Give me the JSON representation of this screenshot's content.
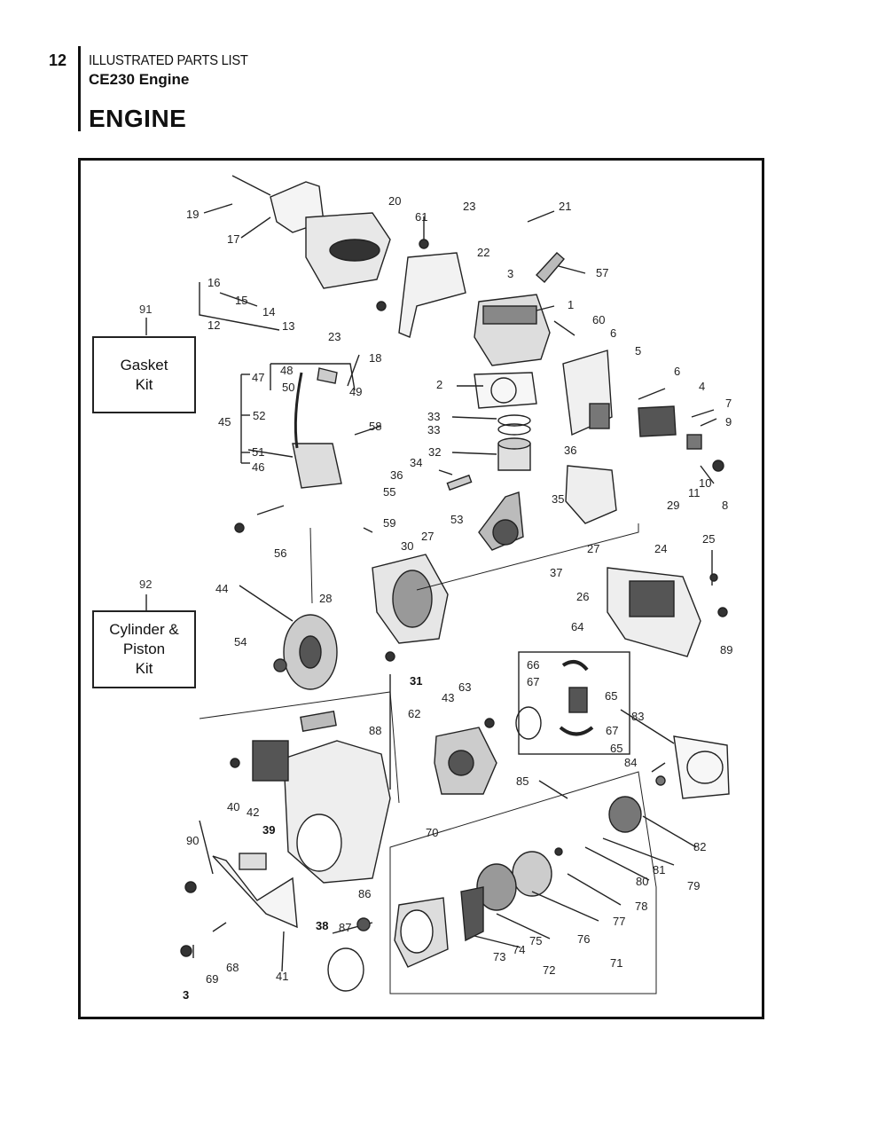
{
  "header": {
    "page_number": "12",
    "section_line": "ILLUSTRATED PARTS LIST",
    "model_line": "CE230 Engine",
    "title": "ENGINE"
  },
  "kits": {
    "gasket": {
      "number": "91",
      "line1": "Gasket",
      "line2": "Kit"
    },
    "cylinder": {
      "number": "92",
      "line1": "Cylinder &",
      "line2": "Piston",
      "line3": "Kit"
    }
  },
  "callouts": [
    "1",
    "2",
    "3",
    "4",
    "5",
    "6",
    "7",
    "8",
    "9",
    "10",
    "11",
    "12",
    "13",
    "14",
    "15",
    "16",
    "17",
    "18",
    "19",
    "20",
    "21",
    "22",
    "23",
    "24",
    "25",
    "26",
    "27",
    "28",
    "29",
    "30",
    "31",
    "32",
    "33",
    "34",
    "35",
    "36",
    "37",
    "38",
    "39",
    "40",
    "41",
    "42",
    "43",
    "44",
    "45",
    "46",
    "47",
    "48",
    "49",
    "50",
    "51",
    "52",
    "53",
    "54",
    "55",
    "56",
    "57",
    "58",
    "59",
    "60",
    "61",
    "62",
    "63",
    "64",
    "65",
    "66",
    "67",
    "68",
    "69",
    "70",
    "71",
    "72",
    "73",
    "74",
    "75",
    "76",
    "77",
    "78",
    "79",
    "80",
    "81",
    "82",
    "83",
    "84",
    "85",
    "86",
    "87",
    "88",
    "89",
    "90"
  ]
}
